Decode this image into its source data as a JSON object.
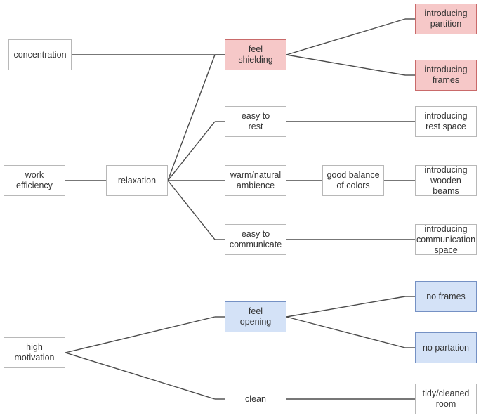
{
  "colors": {
    "highlight_red_fill": "#f6c8c8",
    "highlight_red_border": "#c96a6a",
    "highlight_blue_fill": "#d4e2f7",
    "highlight_blue_border": "#7591c4",
    "box_border": "#b8b8b8",
    "line": "#4a4a4a"
  },
  "nodes": {
    "concentration": {
      "label": "concentration"
    },
    "work_efficiency": {
      "label": "work\nefficiency"
    },
    "relaxation": {
      "label": "relaxation"
    },
    "feel_shielding": {
      "label": "feel\nshielding",
      "highlight": "red"
    },
    "easy_to_rest": {
      "label": "easy to\nrest"
    },
    "warm_natural": {
      "label": "warm/natural\nambience"
    },
    "easy_communicate": {
      "label": "easy to\ncommunicate"
    },
    "good_balance": {
      "label": "good balance\nof colors"
    },
    "intro_partition": {
      "label": "introducing\npartition",
      "highlight": "red"
    },
    "intro_frames": {
      "label": "introducing\nframes",
      "highlight": "red"
    },
    "intro_rest_space": {
      "label": "introducing\nrest space"
    },
    "intro_wooden_beams": {
      "label": "introducing\nwooden\nbeams"
    },
    "intro_comm_space": {
      "label": "introducing\ncommunication\nspace"
    },
    "high_motivation": {
      "label": "high\nmotivation"
    },
    "feel_opening": {
      "label": "feel\nopening",
      "highlight": "blue"
    },
    "clean": {
      "label": "clean"
    },
    "no_frames": {
      "label": "no frames",
      "highlight": "blue"
    },
    "no_partation": {
      "label": "no partation",
      "highlight": "blue"
    },
    "tidy_room": {
      "label": "tidy/cleaned\nroom"
    }
  },
  "edges": [
    [
      "concentration",
      "feel_shielding"
    ],
    [
      "work_efficiency",
      "relaxation"
    ],
    [
      "relaxation",
      "feel_shielding"
    ],
    [
      "relaxation",
      "easy_to_rest"
    ],
    [
      "relaxation",
      "warm_natural"
    ],
    [
      "relaxation",
      "easy_communicate"
    ],
    [
      "feel_shielding",
      "intro_partition"
    ],
    [
      "feel_shielding",
      "intro_frames"
    ],
    [
      "easy_to_rest",
      "intro_rest_space"
    ],
    [
      "warm_natural",
      "good_balance"
    ],
    [
      "good_balance",
      "intro_wooden_beams"
    ],
    [
      "easy_communicate",
      "intro_comm_space"
    ],
    [
      "high_motivation",
      "feel_opening"
    ],
    [
      "high_motivation",
      "clean"
    ],
    [
      "feel_opening",
      "no_frames"
    ],
    [
      "feel_opening",
      "no_partation"
    ],
    [
      "clean",
      "tidy_room"
    ]
  ]
}
